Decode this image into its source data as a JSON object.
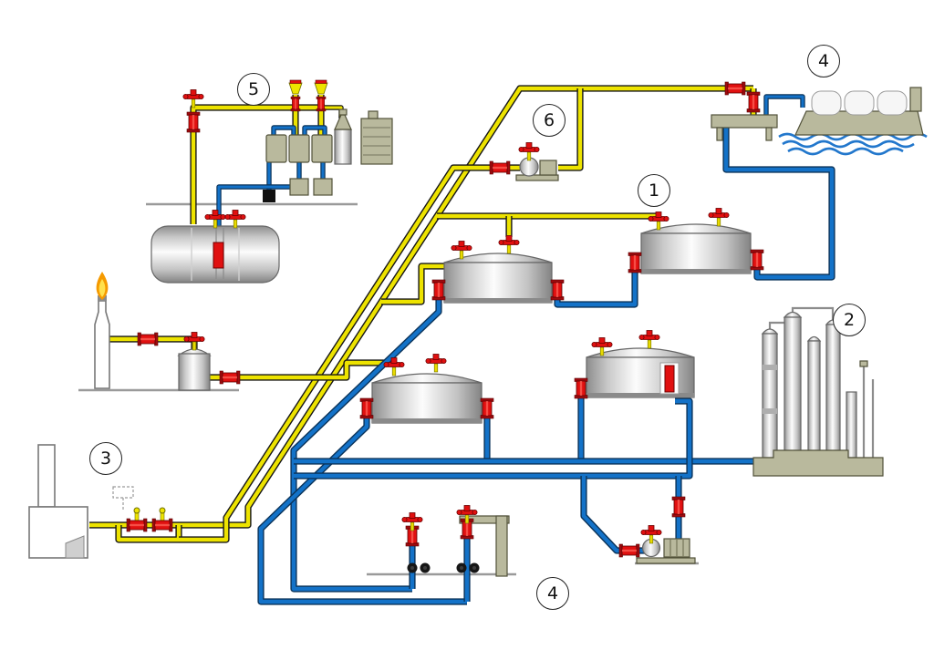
{
  "diagram": {
    "kind": "process-flow-diagram",
    "background": "#ffffff"
  },
  "callouts": {
    "tank_farm": {
      "label": "1"
    },
    "refinery": {
      "label": "2"
    },
    "furnace_flare": {
      "label": "3"
    },
    "ship_loading": {
      "label": "4"
    },
    "truck_loading": {
      "label": "4"
    },
    "vapor_recovery_unit": {
      "label": "5"
    },
    "blower": {
      "label": "6"
    }
  },
  "colors": {
    "vapor_pipe": "#ede300",
    "liquid_pipe": "#1372c8",
    "valve_red": "#e01010",
    "equipment_olive": "#b9b99d",
    "equipment_outline": "#52523a",
    "water": "#2277cc",
    "flame": "#f59a00",
    "ground": "#9a9a9a"
  }
}
